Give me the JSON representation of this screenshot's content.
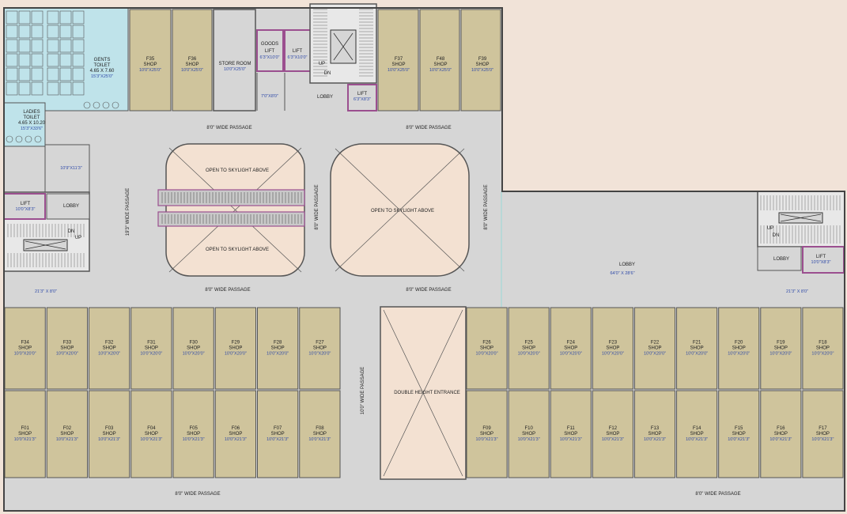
{
  "colors": {
    "background": "#f1e3d8",
    "floor": "#d6d6d6",
    "shop": "#cfc49c",
    "toilet": "#bfe3ea",
    "skylight": "#f3e1d2",
    "wall": "#444444",
    "lift_border": "#9b4f8f",
    "dimension_text": "#2f4aa8"
  },
  "passages": {
    "top_left": "8'0\" WIDE PASSAGE",
    "top_right": "8'0\" WIDE PASSAGE",
    "mid_left": "8'0\" WIDE PASSAGE",
    "mid_right": "8'0\" WIDE PASSAGE",
    "bottom_left": "8'0\" WIDE PASSAGE",
    "bottom_right": "8'0\" WIDE PASSAGE",
    "vertical_left": "19'3\" WIDE PASSAGE",
    "vertical_center": "8'0\" WIDE PASSAGE",
    "vertical_right": "8'0\" WIDE PASSAGE",
    "vertical_entrance": "10'0\" WIDE PASSAGE"
  },
  "toilets": {
    "gents": {
      "name": "GENTS",
      "sub": "TOILET",
      "size": "4.65 X 7.60",
      "dim": "15'3\"X25'0\""
    },
    "ladies": {
      "name": "LADIES",
      "sub": "TOILET",
      "size": "4.65 X 10.20",
      "dim": "15'3\"X33'6\""
    }
  },
  "top_shops": [
    {
      "id": "F35",
      "type": "SHOP",
      "dim": "10'0\"X25'0\""
    },
    {
      "id": "F36",
      "type": "SHOP",
      "dim": "10'0\"X25'0\""
    },
    {
      "id": "F37",
      "type": "SHOP",
      "dim": "10'0\"X25'0\""
    },
    {
      "id": "F48",
      "type": "SHOP",
      "dim": "10'0\"X25'0\""
    },
    {
      "id": "F39",
      "type": "SHOP",
      "dim": "10'0\"X25'0\""
    }
  ],
  "store_room": {
    "label": "STORE ROOM",
    "dim": "10'0\"X25'0\""
  },
  "goods_lift": {
    "label1": "GOODS",
    "label2": "LIFT",
    "dim": "6'3\"X10'0\""
  },
  "top_lift": {
    "label": "LIFT",
    "dim": "6'3\"X10'0\""
  },
  "top_small_dim": "7'0\"X8'0\"",
  "top_lobby": "LOBBY",
  "top_stair_lift": {
    "label": "LIFT",
    "dim": "6'3\"X8'3\""
  },
  "stairs": {
    "up": "UP",
    "dn": "DN"
  },
  "left_core": {
    "lift_label": "LIFT",
    "lift_dim": "10'0\"X8'3\"",
    "lobby": "LOBBY",
    "corridor_dim": "10'9\"X11'3\"",
    "bottom_dim": "21'3\" X 8'0\""
  },
  "right_core": {
    "lift_label": "LIFT",
    "lift_dim": "10'0\"X8'3\"",
    "lobby": "LOBBY",
    "bottom_dim": "21'3\" X 8'0\""
  },
  "main_lobby": {
    "label": "LOBBY",
    "dim": "64'0\" X 28'6\""
  },
  "skylights": {
    "left_top": "OPEN TO SKYLIGHT ABOVE",
    "left_bottom": "OPEN TO SKYLIGHT ABOVE",
    "center": "OPEN TO SKYLIGHT ABOVE"
  },
  "entrance": "DOUBLE HEIGHT ENTRANCE",
  "mid_shops_left": [
    {
      "id": "F34",
      "type": "SHOP",
      "dim": "10'0\"X20'0\""
    },
    {
      "id": "F33",
      "type": "SHOP",
      "dim": "10'0\"X20'0\""
    },
    {
      "id": "F32",
      "type": "SHOP",
      "dim": "10'0\"X20'0\""
    },
    {
      "id": "F31",
      "type": "SHOP",
      "dim": "10'0\"X20'0\""
    },
    {
      "id": "F30",
      "type": "SHOP",
      "dim": "10'0\"X20'0\""
    },
    {
      "id": "F29",
      "type": "SHOP",
      "dim": "10'0\"X20'0\""
    },
    {
      "id": "F28",
      "type": "SHOP",
      "dim": "10'0\"X20'0\""
    },
    {
      "id": "F27",
      "type": "SHOP",
      "dim": "10'0\"X20'0\""
    }
  ],
  "mid_shops_right": [
    {
      "id": "F26",
      "type": "SHOP",
      "dim": "10'0\"X20'0\""
    },
    {
      "id": "F25",
      "type": "SHOP",
      "dim": "10'0\"X20'0\""
    },
    {
      "id": "F24",
      "type": "SHOP",
      "dim": "10'0\"X20'0\""
    },
    {
      "id": "F23",
      "type": "SHOP",
      "dim": "10'0\"X20'0\""
    },
    {
      "id": "F22",
      "type": "SHOP",
      "dim": "10'0\"X20'0\""
    },
    {
      "id": "F21",
      "type": "SHOP",
      "dim": "10'0\"X20'0\""
    },
    {
      "id": "F20",
      "type": "SHOP",
      "dim": "10'0\"X20'0\""
    },
    {
      "id": "F19",
      "type": "SHOP",
      "dim": "10'0\"X20'0\""
    },
    {
      "id": "F18",
      "type": "SHOP",
      "dim": "10'0\"X20'0\""
    }
  ],
  "bottom_shops_left": [
    {
      "id": "F01",
      "type": "SHOP",
      "dim": "10'0\"X21'3\""
    },
    {
      "id": "F02",
      "type": "SHOP",
      "dim": "10'0\"X21'3\""
    },
    {
      "id": "F03",
      "type": "SHOP",
      "dim": "10'0\"X21'3\""
    },
    {
      "id": "F04",
      "type": "SHOP",
      "dim": "10'0\"X21'3\""
    },
    {
      "id": "F05",
      "type": "SHOP",
      "dim": "10'0\"X21'3\""
    },
    {
      "id": "F06",
      "type": "SHOP",
      "dim": "10'0\"X21'3\""
    },
    {
      "id": "F07",
      "type": "SHOP",
      "dim": "10'0\"X21'3\""
    },
    {
      "id": "F08",
      "type": "SHOP",
      "dim": "10'0\"X21'3\""
    }
  ],
  "bottom_shops_right": [
    {
      "id": "F09",
      "type": "SHOP",
      "dim": "10'0\"X21'3\""
    },
    {
      "id": "F10",
      "type": "SHOP",
      "dim": "10'0\"X21'3\""
    },
    {
      "id": "F11",
      "type": "SHOP",
      "dim": "10'0\"X21'3\""
    },
    {
      "id": "F12",
      "type": "SHOP",
      "dim": "10'0\"X21'3\""
    },
    {
      "id": "F13",
      "type": "SHOP",
      "dim": "10'0\"X21'3\""
    },
    {
      "id": "F14",
      "type": "SHOP",
      "dim": "10'0\"X21'3\""
    },
    {
      "id": "F15",
      "type": "SHOP",
      "dim": "10'0\"X21'3\""
    },
    {
      "id": "F16",
      "type": "SHOP",
      "dim": "10'0\"X21'3\""
    },
    {
      "id": "F17",
      "type": "SHOP",
      "dim": "10'0\"X21'3\""
    }
  ]
}
